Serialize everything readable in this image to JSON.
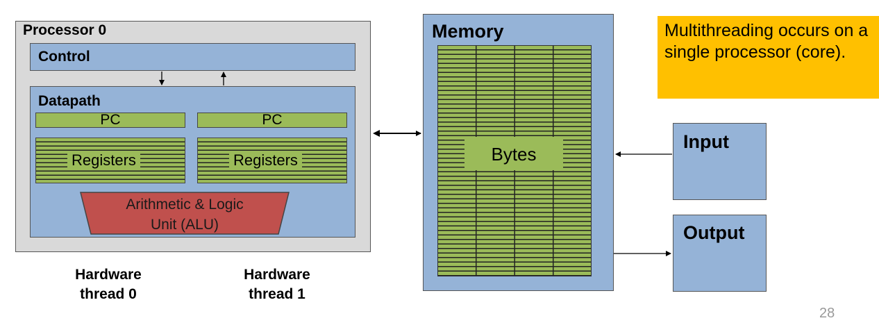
{
  "processor": {
    "title": "Processor 0",
    "control_label": "Control",
    "datapath_label": "Datapath",
    "pc_label": "PC",
    "registers_label": "Registers",
    "alu_line1": "Arithmetic & Logic",
    "alu_line2": "Unit (ALU)"
  },
  "hardware_threads": [
    {
      "line1": "Hardware",
      "line2": "thread 0"
    },
    {
      "line1": "Hardware",
      "line2": "thread 1"
    }
  ],
  "memory": {
    "title": "Memory",
    "bytes_label": "Bytes"
  },
  "io": {
    "input_label": "Input",
    "output_label": "Output"
  },
  "note": {
    "text": "Multithreading occurs on a single processor (core)."
  },
  "page_number": "28",
  "colors": {
    "box_blue": "#95b3d7",
    "green": "#9bbb59",
    "alu_red": "#c0504d",
    "note_orange": "#ffc000",
    "processor_gray": "#d9d9d9"
  }
}
